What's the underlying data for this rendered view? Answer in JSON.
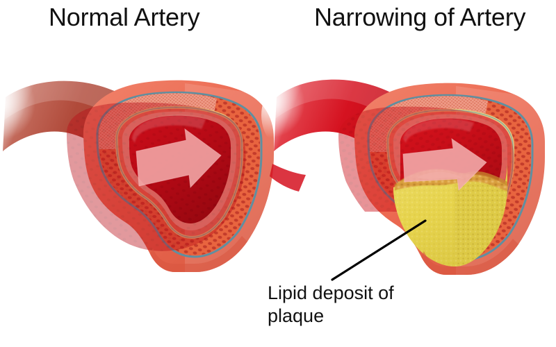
{
  "figure": {
    "kind": "medical-illustration",
    "subject": "artery cross-section comparison",
    "background_color": "#ffffff"
  },
  "panels": [
    {
      "id": "normal-artery",
      "title": "Normal Artery",
      "blood_flow_arrow": "wide-open-flow-arrow",
      "has_plaque": false
    },
    {
      "id": "narrowed-artery",
      "title": "Narrowing of Artery",
      "blood_flow_arrow": "restricted-flow-arrow",
      "has_plaque": true
    }
  ],
  "annotation": {
    "leader_line": "plaque-leader-line",
    "caption_line_1": "Lipid deposit of",
    "caption_line_2": "plaque"
  },
  "colors": {
    "text": "#111111",
    "background": "#ffffff",
    "vessel_inlet_left": "#b04a3a",
    "vessel_inlet_right": "#d51220",
    "adventitia": "#ec6a52",
    "adventitia_shadow": "#d8563f",
    "media_base": "#e8643f",
    "media_cells": "#c33a2a",
    "media_cut_face": "#ef9b87",
    "elastic_lamina": "#5f8fa0",
    "lamina_yellow": "#e3cf7e",
    "intima": "#eda08e",
    "blood_bright": "#d90d18",
    "blood_deep": "#a30713",
    "blood_dark": "#7d040d",
    "flow_arrow": "#f2a9a9",
    "plaque_yellow": "#e7d44d",
    "plaque_light": "#eedf73",
    "plaque_shadow": "#cdb93a",
    "plaque_crust": "#d79a36",
    "leader_line": "#000000"
  }
}
